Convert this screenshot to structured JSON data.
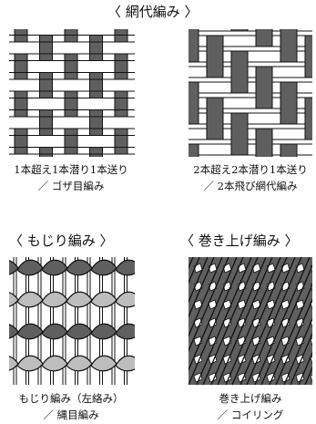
{
  "top": {
    "title": "〈 網代編み 〉"
  },
  "panels": {
    "goza": {
      "caption_line1": "1本超え1本潜り1本送り",
      "caption_line2": "／ ゴザ目編み"
    },
    "ajiro": {
      "caption_line1": "2本超え2本潜り1本送り",
      "caption_line2": "／ 2本飛び網代編み"
    },
    "mojiri": {
      "title": "〈 もじり編み 〉",
      "caption_line1": "もじり編み（左絡み）",
      "caption_line2": "／ 縄目編み"
    },
    "makiage": {
      "title": "〈 巻き上げ編み 〉",
      "caption_line1": "巻き上げ編み",
      "caption_line2": "／ コイリング"
    }
  },
  "colors": {
    "dark": "#5f5f5f",
    "light": "#bdbdbd",
    "outline": "#111111",
    "background": "#ffffff"
  }
}
